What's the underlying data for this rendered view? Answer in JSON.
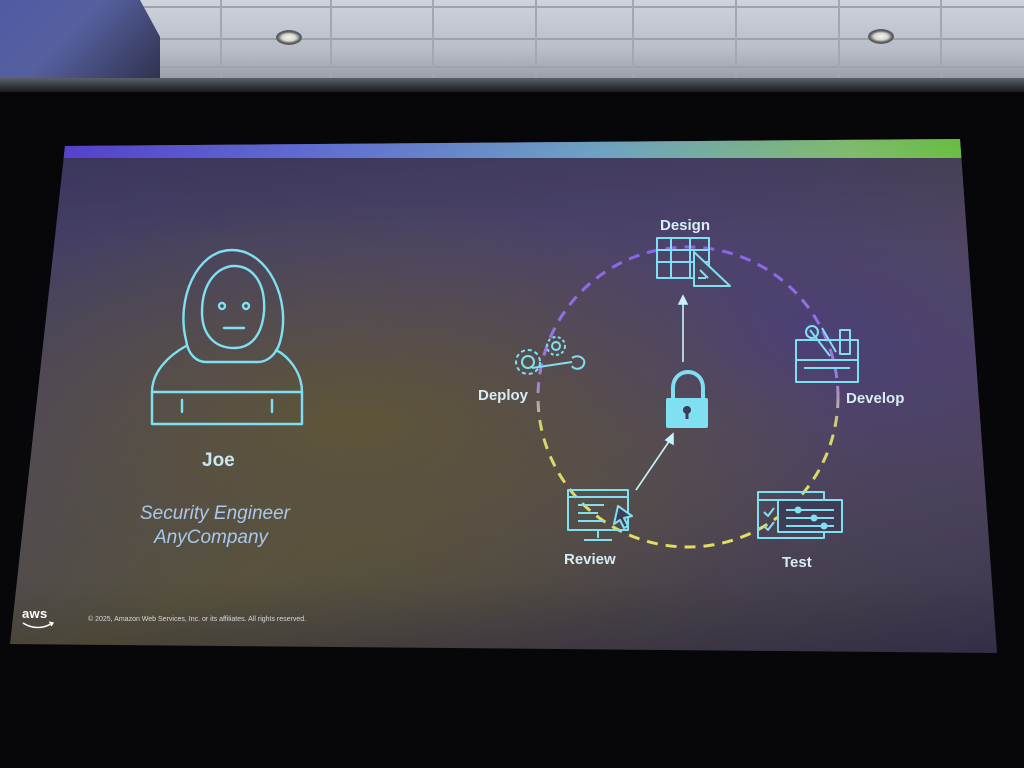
{
  "persona": {
    "name": "Joe",
    "role": "Security Engineer",
    "company": "AnyCompany"
  },
  "lifecycle": {
    "stages": [
      {
        "label": "Design",
        "icon": "blueprint-icon"
      },
      {
        "label": "Develop",
        "icon": "toolbox-icon"
      },
      {
        "label": "Test",
        "icon": "test-checklist-icon"
      },
      {
        "label": "Review",
        "icon": "code-review-icon"
      },
      {
        "label": "Deploy",
        "icon": "gears-wrench-icon"
      }
    ],
    "center_icon": "padlock-icon"
  },
  "footer": {
    "copyright": "© 2025, Amazon Web Services, Inc. or its affiliates. All rights reserved.",
    "logo_text": "aws"
  },
  "colors": {
    "icon_stroke": "#7fe0f2",
    "ring_purple": "#8c63ea",
    "ring_yellow": "#e3de60",
    "top_bar_start": "#5a3fe0",
    "top_bar_end": "#6bd63b"
  }
}
